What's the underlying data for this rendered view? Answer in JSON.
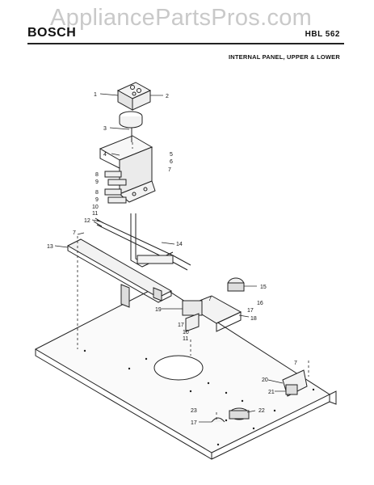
{
  "header": {
    "brand": "BOSCH",
    "model": "HBL 562",
    "subtitle": "INTERNAL PANEL, UPPER & LOWER",
    "watermark": "AppliancePartsPros.com"
  },
  "callouts": [
    "1",
    "2",
    "3",
    "4",
    "5",
    "6",
    "7",
    "8",
    "9",
    "8",
    "9",
    "10",
    "11",
    "12",
    "7",
    "13",
    "14",
    "15",
    "7",
    "16",
    "17",
    "18",
    "19",
    "17",
    "10",
    "11",
    "7",
    "20",
    "21",
    "23",
    "22",
    "17"
  ]
}
